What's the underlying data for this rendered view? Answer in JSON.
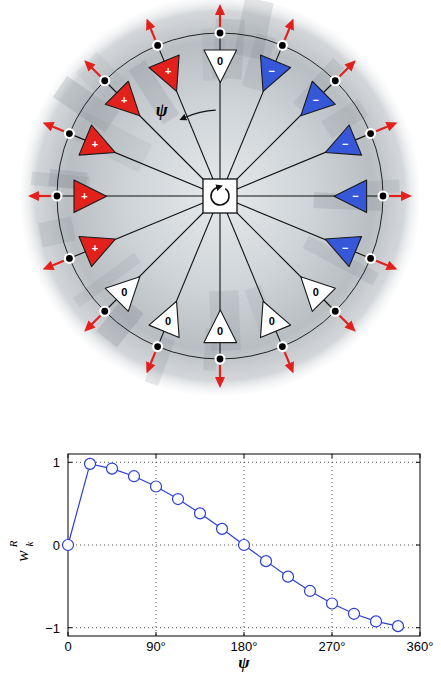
{
  "diagram": {
    "nodes": [
      {
        "text": [
          "0"
        ]
      },
      {
        "text": [
          "+"
        ]
      },
      {
        "text": [
          "−"
        ]
      },
      {
        "text": [
          "+"
        ]
      },
      {
        "text": [
          "−"
        ]
      },
      {
        "text": [
          "+"
        ]
      },
      {
        "text": [
          "−"
        ]
      },
      {
        "text": [
          "+"
        ]
      },
      {
        "text": [
          "−"
        ]
      },
      {
        "text": [
          "+"
        ]
      },
      {
        "text": [
          "−"
        ]
      },
      {
        "text": [
          "0"
        ]
      },
      {
        "text": [
          "0"
        ]
      },
      {
        "text": [
          "0"
        ]
      },
      {
        "text": [
          "0"
        ]
      },
      {
        "text": [
          "0"
        ]
      }
    ],
    "labels": [
      "ψ",
      "1",
      "0",
      "−1",
      "0",
      "90°",
      "180°",
      "270°",
      "360°",
      "w",
      "R",
      "k",
      "ψ"
    ]
  }
}
